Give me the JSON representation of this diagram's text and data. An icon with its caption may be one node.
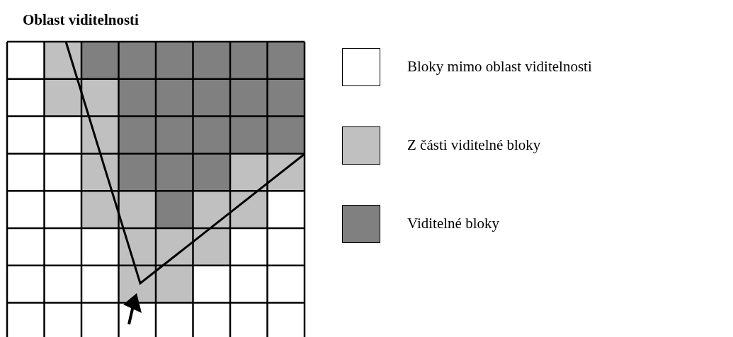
{
  "diagram": {
    "title": "Oblast viditelnosti",
    "legend": [
      {
        "text": "Bloky mimo oblast viditelnosti",
        "color": "#ffffff"
      },
      {
        "text": "Z části viditelné bloky",
        "color": "#c0c0c0"
      },
      {
        "text": "Viditelné bloky",
        "color": "#808080"
      }
    ]
  }
}
